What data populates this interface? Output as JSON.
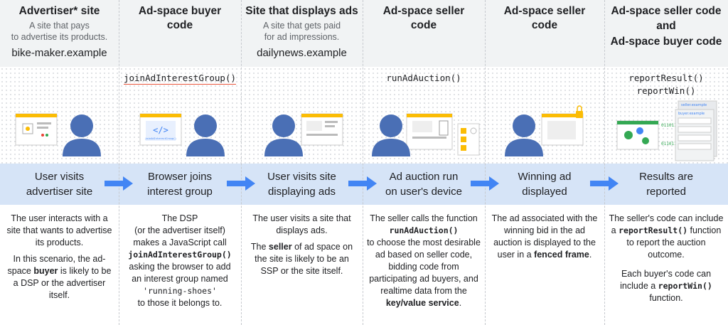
{
  "columns": [
    {
      "title": "Advertiser* site",
      "subtitle": "A site that pays\nto advertise its products.",
      "domain": "bike-maker.example",
      "code": "",
      "flow": "User visits\nadvertiser site",
      "desc": [
        [
          "The user interacts with a site that wants to advertise its products."
        ],
        [
          "In this scenario, the ad-space ",
          "buyer",
          " is likely to be a DSP or the advertiser itself."
        ]
      ]
    },
    {
      "title": "Ad-space buyer\ncode",
      "code": "joinAdInterestGroup()",
      "flow": "Browser joins\ninterest group",
      "desc_parts": {
        "a": "The DSP",
        "b": "(or the advertiser itself)",
        "c": "makes a JavaScript call",
        "d": "joinAdInterestGroup()",
        "e": "asking the browser to add an interest group named",
        "f": "'running-shoes'",
        "g": "to those it belongs to."
      },
      "illus_text": "joinAdInterestGroup()"
    },
    {
      "title": "Site that displays ads",
      "subtitle": "A site that gets paid\nfor ad impressions.",
      "domain": "dailynews.example",
      "flow": "User visits site\ndisplaying ads",
      "desc_parts": {
        "a": "The user visits a site that displays ads.",
        "b": "The ",
        "c": "seller",
        "d": " of ad space on the site is likely to be an SSP or the site itself."
      }
    },
    {
      "title": "Ad-space seller\ncode",
      "code": "runAdAuction()",
      "flow": "Ad auction run\non user's device",
      "desc_parts": {
        "a": "The seller calls the function",
        "b": "runAdAuction()",
        "c": "to choose the most desirable ad based on seller code, bidding code from participating ad buyers, and realtime data from the ",
        "d": "key/value service",
        "e": "."
      }
    },
    {
      "title": "Ad-space seller\ncode",
      "flow": "Winning ad\ndisplayed",
      "desc_parts": {
        "a": "The ad associated with the winning bid in the ad auction is displayed to the user in a ",
        "b": "fenced frame",
        "c": "."
      }
    },
    {
      "title": "Ad-space seller code",
      "and": "and",
      "title2": "Ad-space buyer code",
      "code": "reportResult()\nreportWin()",
      "flow": "Results are\nreported",
      "desc_parts": {
        "a": "The seller's code can include a ",
        "b": "reportResult()",
        "c": " function to report the auction outcome.",
        "d": "Each buyer's code can include a ",
        "e": "reportWin()",
        "f": " function."
      },
      "illus_seller": "seller.example",
      "illus_buyer": "buyer.example",
      "illus_bits1": "0110111",
      "illus_bits2": "0110111"
    }
  ],
  "colors": {
    "accent": "#4285f4",
    "person": "#4a6fb5",
    "flow_bg": "#d6e4f7",
    "header_bg": "#f1f3f4",
    "underline": "#e8553c",
    "yellow": "#fbbc04"
  }
}
